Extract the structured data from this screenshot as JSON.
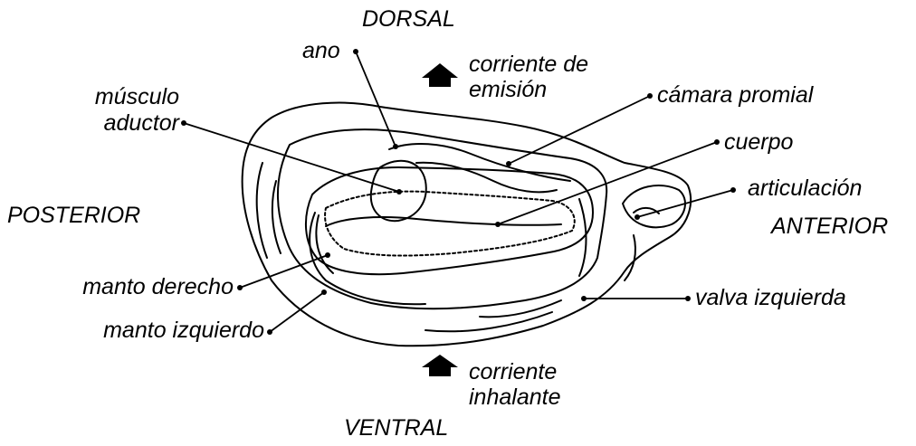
{
  "orientation": {
    "dorsal": "DORSAL",
    "ventral": "VENTRAL",
    "posterior": "POSTERIOR",
    "anterior": "ANTERIOR"
  },
  "labels": {
    "ano": "ano",
    "corriente_emision_1": "corriente de",
    "corriente_emision_2": "emisión",
    "camara_promial": "cámara promial",
    "musculo_1": "músculo",
    "musculo_2": "aductor",
    "cuerpo": "cuerpo",
    "articulacion": "articulación",
    "manto_derecho": "manto derecho",
    "valva_izquierda": "valva izquierda",
    "manto_izquierdo": "manto izquierdo",
    "corriente_inhalante_1": "corriente",
    "corriente_inhalante_2": "inhalante"
  },
  "colors": {
    "ink": "#000000",
    "background": "#ffffff"
  }
}
